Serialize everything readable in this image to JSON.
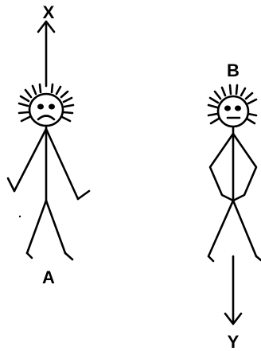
{
  "labels": {
    "x": "X",
    "a": "A",
    "b": "B",
    "y": "Y"
  },
  "figures": [
    {
      "label": "A",
      "expression": "sad",
      "pose": "arms-down",
      "arrow": "up"
    },
    {
      "label": "B",
      "expression": "neutral",
      "pose": "hands-on-hips",
      "arrow": "down"
    }
  ],
  "colors": {
    "ink": "#000000",
    "background": "#ffffff"
  }
}
